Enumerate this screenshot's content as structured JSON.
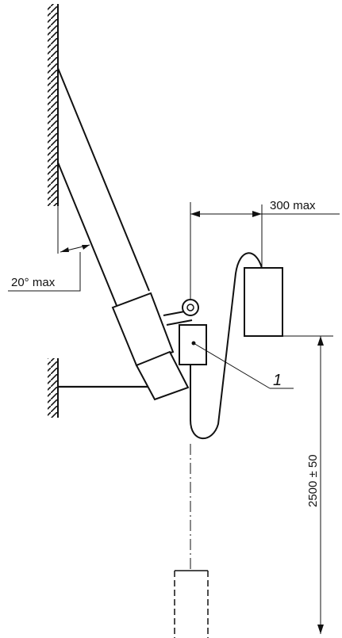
{
  "labels": {
    "angle_limit": "20° max",
    "horizontal_offset": "300 max",
    "height": "2500 ± 50",
    "callout": "1"
  }
}
